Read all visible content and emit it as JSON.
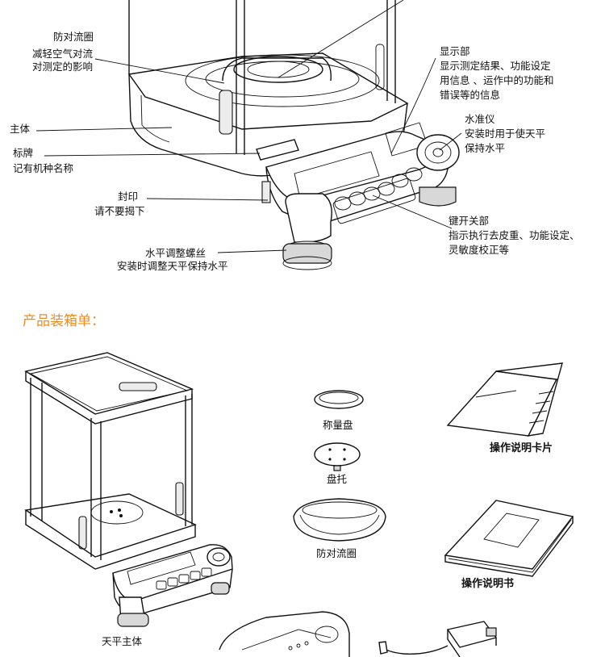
{
  "diagram": {
    "labels": {
      "draft_shield_title": "防对流圈",
      "draft_shield_desc_1": "减轻空气对流",
      "draft_shield_desc_2": "对测定的影响",
      "main_body": "主体",
      "nameplate_title": "标牌",
      "nameplate_desc": "记有机种名称",
      "seal_title": "封印",
      "seal_desc": "请不要揭下",
      "leveling_foot_title": "水平调整螺丝",
      "leveling_foot_desc": "安装时调整天平保持水平",
      "display_title": "显示部",
      "display_desc_1": "显示测定结果、功能设定",
      "display_desc_2": "用信息 、运作中的功能和",
      "display_desc_3": "错误等的信息",
      "level_title": "水准仪",
      "level_desc_1": "安装时用于使天平",
      "level_desc_2": "保持水平",
      "keys_title": "键开关部",
      "keys_desc_1": "指示执行去皮重、功能设定、",
      "keys_desc_2": "灵敏度校正等"
    }
  },
  "packing": {
    "heading": "产品装箱单：",
    "items": {
      "pan": "称量盘",
      "pan_support": "盘托",
      "draft_ring": "防对流圈",
      "card": "操作说明卡片",
      "manual": "操作说明书",
      "balance_body": "天平主体"
    }
  }
}
